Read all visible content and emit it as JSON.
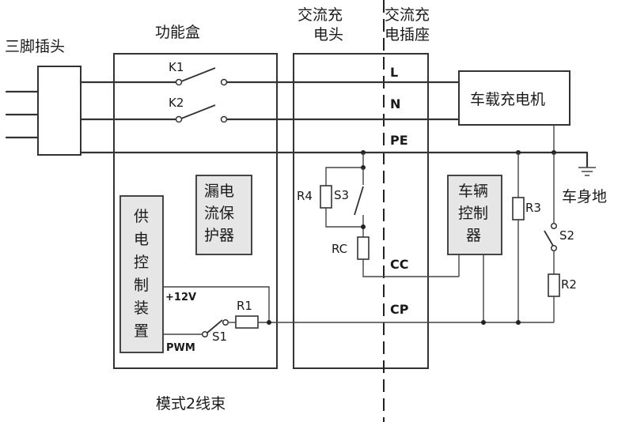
{
  "labels": {
    "plug": "三脚插头",
    "function_box": "功能盒",
    "ac_connector_line1": "交流充",
    "ac_connector_line2": "电头",
    "ac_socket_line1": "交流充",
    "ac_socket_line2": "电插座",
    "k1": "K1",
    "k2": "K2",
    "line_l": "L",
    "line_n": "N",
    "line_pe": "PE",
    "charger": "车载充电机",
    "body_ground": "车身地",
    "leakage_line1": "漏电",
    "leakage_line2": "流保",
    "leakage_line3": "护器",
    "power_ctrl_chars": [
      "供",
      "电",
      "控",
      "制",
      "装",
      "置"
    ],
    "r4": "R4",
    "s3": "S3",
    "rc": "RC",
    "cc": "CC",
    "vehicle_ctrl_line1": "车辆",
    "vehicle_ctrl_line2": "控制",
    "vehicle_ctrl_line3": "器",
    "r3": "R3",
    "s2": "S2",
    "r2": "R2",
    "plus12v": "+12V",
    "r1": "R1",
    "pwm": "PWM",
    "s1": "S1",
    "cp": "CP",
    "caption": "模式2线束"
  }
}
